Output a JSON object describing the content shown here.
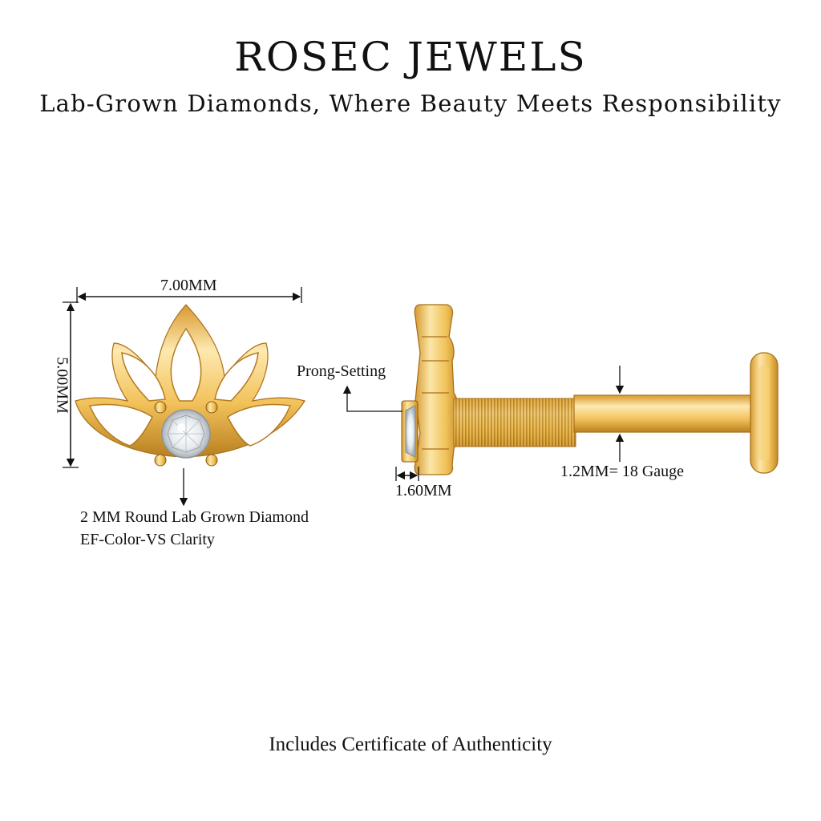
{
  "header": {
    "brand": "ROSEC JEWELS",
    "tagline": "Lab-Grown Diamonds, Where Beauty Meets Responsibility"
  },
  "front_view": {
    "width_label": "7.00MM",
    "height_label": "5.00MM",
    "stone_line1": "2 MM Round Lab Grown Diamond",
    "stone_line2": "EF-Color-VS Clarity"
  },
  "side_view": {
    "setting_label": "Prong-Setting",
    "depth_label": "1.60MM",
    "gauge_label": "1.2MM= 18 Gauge"
  },
  "footer": {
    "note": "Includes Certificate of Authenticity"
  },
  "colors": {
    "gold_light": "#fbe3a6",
    "gold_mid": "#f0bd52",
    "gold_dark": "#c98d26",
    "gold_edge": "#a8701a",
    "diamond": "#e9edf1"
  }
}
